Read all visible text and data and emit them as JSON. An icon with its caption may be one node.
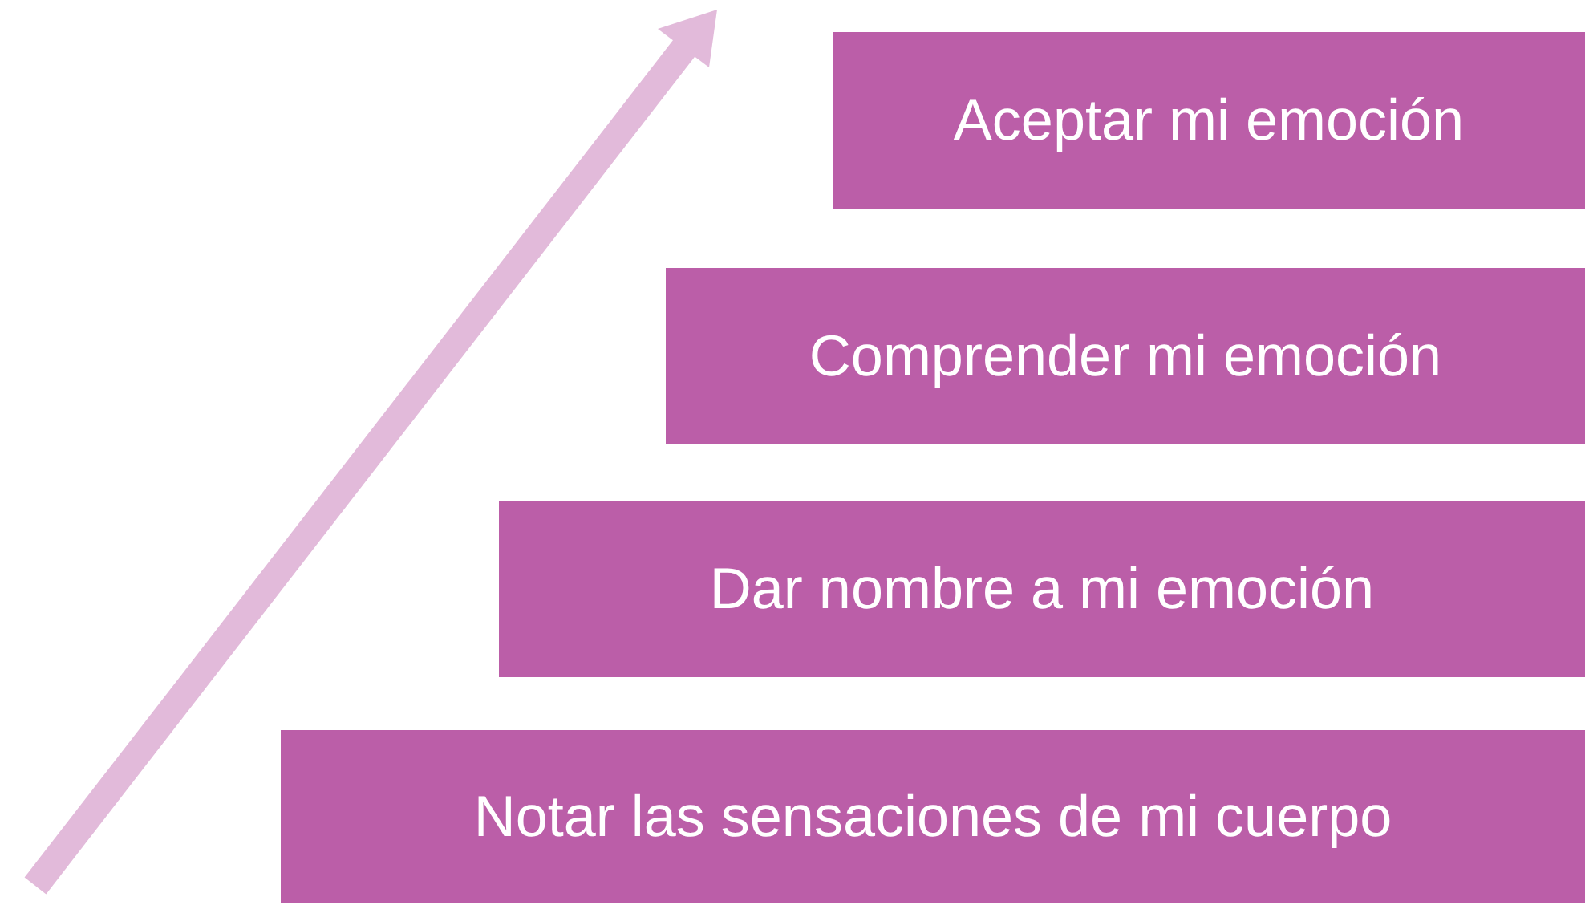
{
  "diagram": {
    "nodes": [
      {
        "text": [
          "Aceptar mi emoción"
        ]
      },
      {
        "text": [
          "Comprender mi emoción"
        ]
      },
      {
        "text": [
          "Dar nombre a mi emoción"
        ]
      },
      {
        "text": [
          "Notar las sensaciones de mi cuerpo"
        ]
      }
    ]
  }
}
